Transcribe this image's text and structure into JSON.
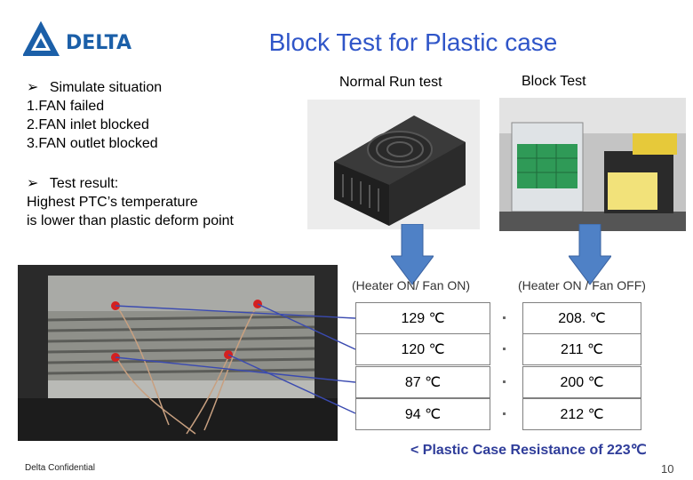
{
  "brand": {
    "logo_text": "DELTA"
  },
  "title": "Block Test for Plastic case",
  "left": {
    "simulate_header": "Simulate situation",
    "simulate_items": [
      "1.FAN failed",
      "2.FAN inlet blocked",
      "3.FAN outlet blocked"
    ],
    "result_header": "Test result:",
    "result_lines": [
      "Highest PTC’s temperature",
      "is lower than plastic deform point"
    ]
  },
  "columns": {
    "normal_title": "Normal Run test",
    "block_title": "Block Test",
    "normal_caption": "(Heater ON/ Fan ON)",
    "block_caption": "(Heater ON / Fan OFF)"
  },
  "table": {
    "normal": [
      "129 ℃",
      "120 ℃",
      "87 ℃",
      "94 ℃"
    ],
    "block": [
      "208. ℃",
      "211  ℃",
      "200  ℃",
      "212  ℃"
    ]
  },
  "resistance_note": "< Plastic Case Resistance of 223℃",
  "footer": {
    "confidential": "Delta Confidential",
    "page": "10"
  },
  "colors": {
    "title": "#2f55c8",
    "arrow": "#4f81c6",
    "logo": "#1b5fa8",
    "lines": "#3a4ab0",
    "dots": "#d42020"
  }
}
